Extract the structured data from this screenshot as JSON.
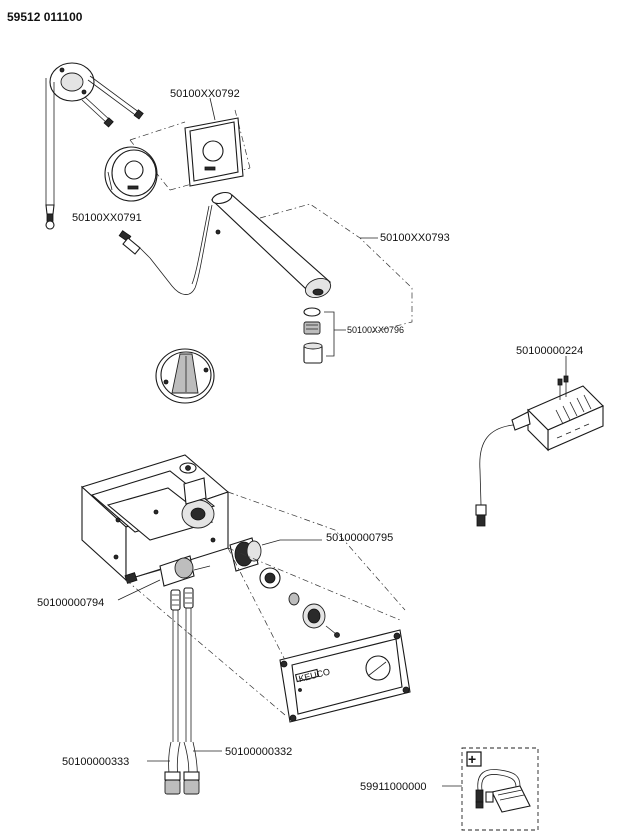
{
  "header": {
    "article_number": "59512 011100"
  },
  "labels": {
    "p0791": "50100XX0791",
    "p0792": "50100XX0792",
    "p0793": "50100XX0793",
    "p0796": "50100XX0796",
    "p0224": "50100000224",
    "p0795": "50100000795",
    "p0794": "50100000794",
    "p0333": "50100000333",
    "p0332": "50100000332",
    "p0000": "59911000000"
  },
  "logo_text": "KEUCO",
  "kit_symbol": "+"
}
